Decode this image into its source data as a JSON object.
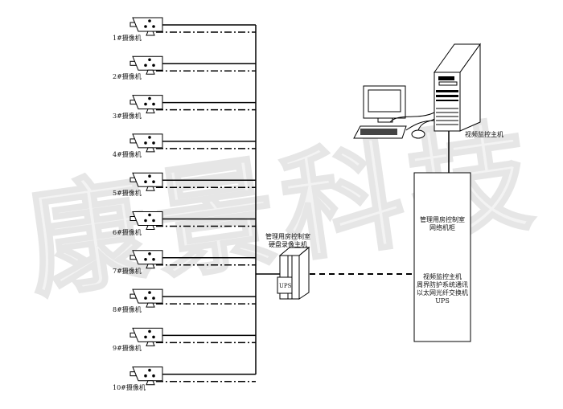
{
  "watermark": "康景科技",
  "cameras": [
    {
      "label": "1#摄像机"
    },
    {
      "label": "2#摄像机"
    },
    {
      "label": "3#摄像机"
    },
    {
      "label": "4#摄像机"
    },
    {
      "label": "5#摄像机"
    },
    {
      "label": "6#摄像机"
    },
    {
      "label": "7#摄像机"
    },
    {
      "label": "8#摄像机"
    },
    {
      "label": "9#摄像机"
    },
    {
      "label": "10#摄像机"
    }
  ],
  "dvr": {
    "line1": "管理用房控制室",
    "line2": "硬盘录像主机",
    "ups": "UPS"
  },
  "cabinet": {
    "title1": "管理用房控制室",
    "title2": "网络机柜",
    "items": [
      "视频监控主机",
      "周界防护系统通讯",
      "以太网光纤交换机",
      "UPS"
    ]
  },
  "workstation": {
    "label": "视频监控主机"
  }
}
